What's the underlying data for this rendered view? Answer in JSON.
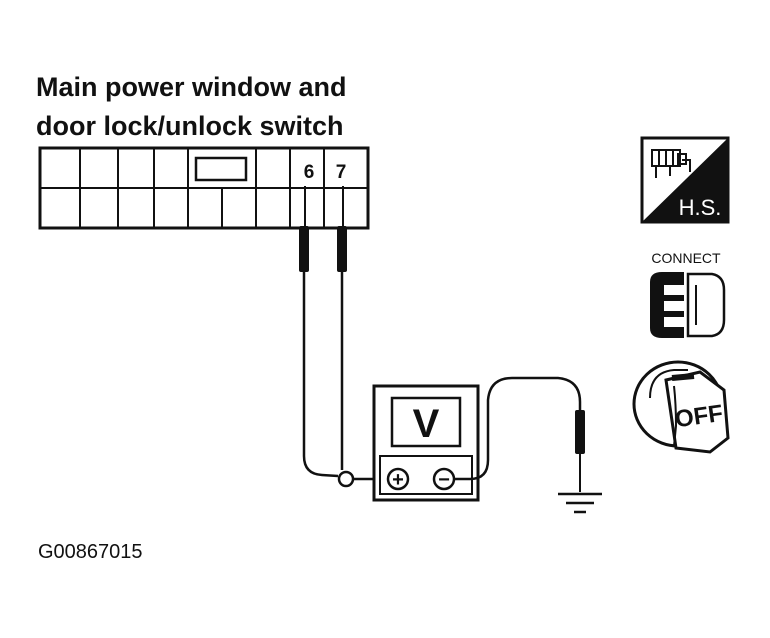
{
  "title_line1": "Main power window and",
  "title_line2": "door lock/unlock switch",
  "pin_a": "6",
  "pin_b": "7",
  "meter_label": "V",
  "meter_plus": "+",
  "meter_minus": "−",
  "hs_label": "H.S.",
  "connect_label": "CONNECT",
  "ignition_label": "OFF",
  "figure_code": "G00867015"
}
